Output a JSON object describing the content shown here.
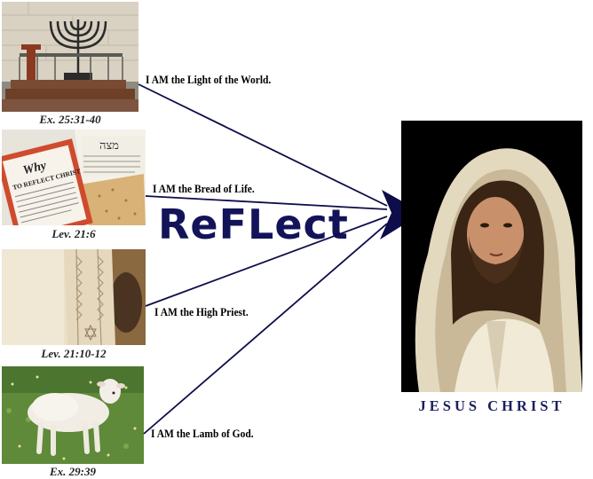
{
  "items": [
    {
      "statement": "I AM the Light of the World.",
      "reference": "Ex. 25:31-40",
      "image": "menorah-photo"
    },
    {
      "statement": "I AM the Bread of Life.",
      "reference": "Lev. 21:6",
      "image": "matzah-bread-photo"
    },
    {
      "statement": "I AM the High Priest.",
      "reference": "Lev. 21:10-12",
      "image": "priest-garment-photo"
    },
    {
      "statement": "I AM the Lamb of God.",
      "reference": "Ex. 29:39",
      "image": "lamb-photo"
    }
  ],
  "center_word": "ReFLect",
  "target": {
    "caption": "JESUS CHRIST",
    "image": "jesus-portrait-photo"
  },
  "bread_card": {
    "title": "Why",
    "subtitle": "TO REFLECT CHRIST",
    "hebrew": "מצה"
  },
  "colors": {
    "arrow": "#0d0d4a",
    "reflect": "#13135a",
    "caption": "#1a1f5c"
  }
}
